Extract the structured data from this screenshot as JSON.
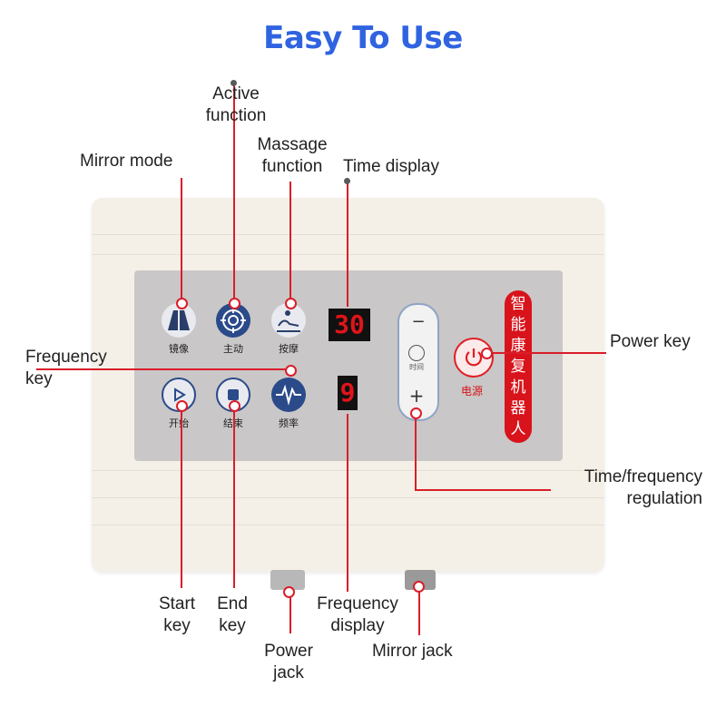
{
  "title": "Easy To Use",
  "colors": {
    "title": "#2f63e0",
    "callout": "#d91e2a",
    "display_digits": "#e0141a",
    "brand_strip": "#d8131b"
  },
  "labels": {
    "active_function": "Active\nfunction",
    "mirror_mode": "Mirror mode",
    "massage_function": "Massage\nfunction",
    "time_display": "Time display",
    "frequency_key": "Frequency\nkey",
    "power_key": "Power key",
    "time_frequency_regulation": "Time/frequency\nregulation",
    "start_key": "Start\nkey",
    "end_key": "End\nkey",
    "frequency_display": "Frequency\ndisplay",
    "power_jack": "Power\njack",
    "mirror_jack": "Mirror jack"
  },
  "panel": {
    "buttons": [
      {
        "icon": "mirror-icon",
        "caption": "镜像"
      },
      {
        "icon": "active-target-icon",
        "caption": "主动"
      },
      {
        "icon": "massage-icon",
        "caption": "按摩"
      },
      {
        "icon": "play-icon",
        "caption": "开始"
      },
      {
        "icon": "stop-icon",
        "caption": "结束"
      },
      {
        "icon": "waveform-icon",
        "caption": "频率"
      }
    ],
    "time_display_value": "30",
    "frequency_display_value": "9",
    "pill": {
      "minus": "−",
      "clock_caption": "时间",
      "plus": "+"
    },
    "power_caption": "电源",
    "brand_chars": [
      "智",
      "能",
      "康",
      "复",
      "机",
      "器",
      "人"
    ]
  }
}
